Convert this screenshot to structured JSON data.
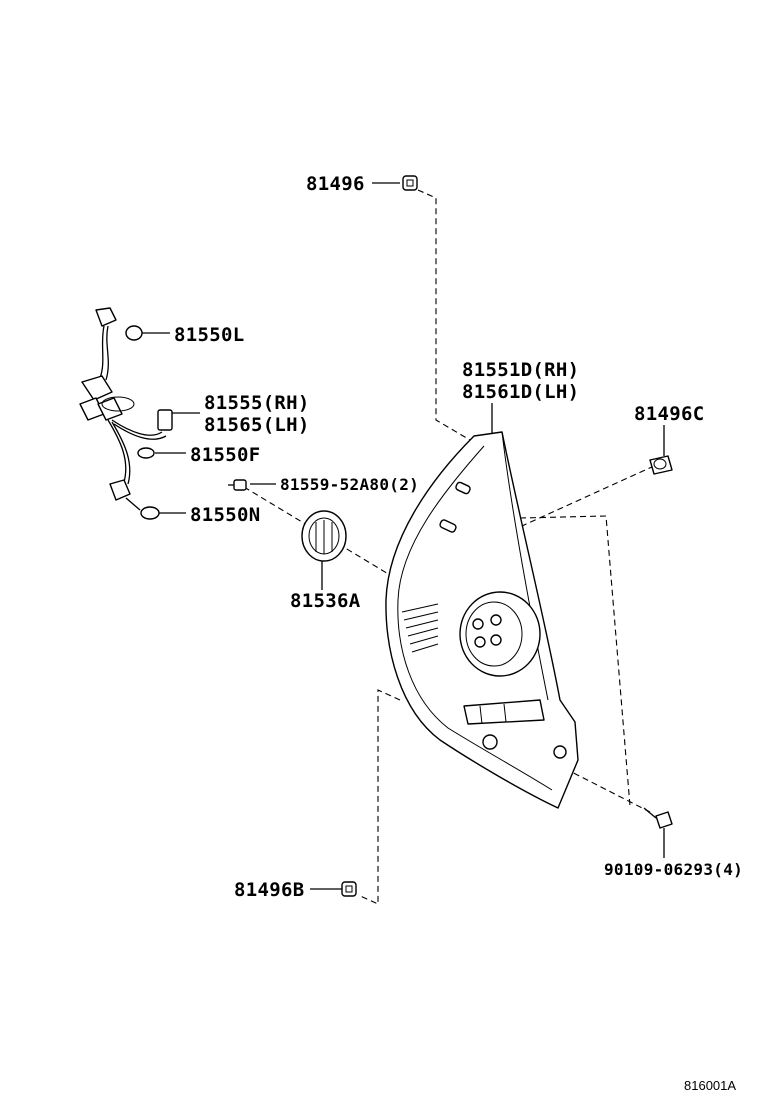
{
  "diagram": {
    "labels": {
      "clip_top": "81496",
      "bulb_l": "81550L",
      "socket_wire_rh": "81555(RH)",
      "socket_wire_lh": "81565(LH)",
      "bulb_f": "81550F",
      "screw_small": "81559-52A80(2)",
      "bulb_n": "81550N",
      "grommet": "81536A",
      "lens_rh": "81551D(RH)",
      "lens_lh": "81561D(LH)",
      "clip_c": "81496C",
      "screw_right": "90109-06293(4)",
      "clip_b": "81496B"
    },
    "figure_code": "816001A"
  }
}
